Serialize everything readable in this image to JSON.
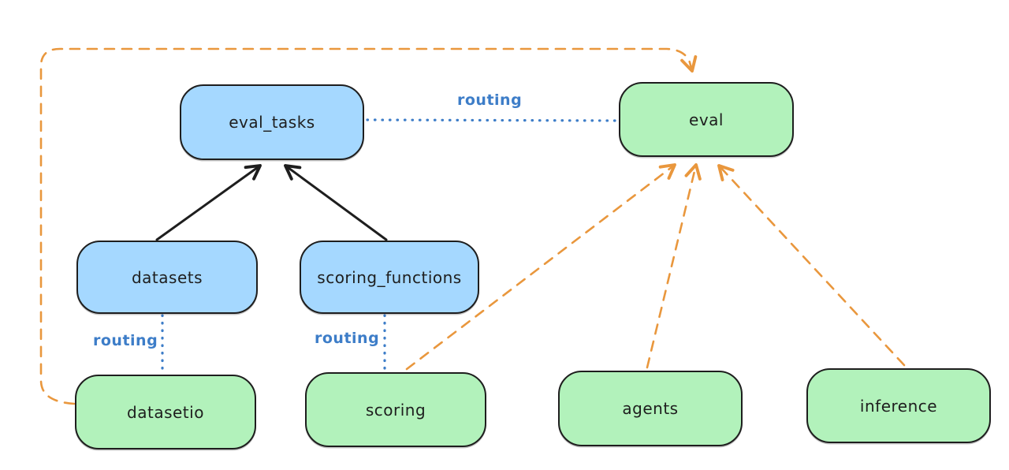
{
  "diagram": {
    "background": "#ffffff",
    "colors": {
      "api_box_fill": "#a5d8ff",
      "provider_box_fill": "#b2f2bb",
      "box_stroke": "#1e1e1e",
      "solid_arrow": "#1e1e1e",
      "routing_line_and_label": "#3d7dc8",
      "dashed_dependency_line": "#e9973d"
    },
    "nodes": [
      {
        "id": "eval_tasks",
        "label": "eval_tasks",
        "kind": "blue"
      },
      {
        "id": "eval",
        "label": "eval",
        "kind": "green"
      },
      {
        "id": "datasets",
        "label": "datasets",
        "kind": "blue"
      },
      {
        "id": "scoring_functions",
        "label": "scoring_functions",
        "kind": "blue"
      },
      {
        "id": "datasetio",
        "label": "datasetio",
        "kind": "green"
      },
      {
        "id": "scoring",
        "label": "scoring",
        "kind": "green"
      },
      {
        "id": "agents",
        "label": "agents",
        "kind": "green"
      },
      {
        "id": "inference",
        "label": "inference",
        "kind": "green"
      }
    ],
    "edges": [
      {
        "from": "datasets",
        "to": "eval_tasks",
        "style": "solid-black-arrow",
        "label": ""
      },
      {
        "from": "scoring_functions",
        "to": "eval_tasks",
        "style": "solid-black-arrow",
        "label": ""
      },
      {
        "from": "eval_tasks",
        "to": "eval",
        "style": "dotted-blue",
        "label": "routing"
      },
      {
        "from": "datasets",
        "to": "datasetio",
        "style": "dotted-blue",
        "label": "routing"
      },
      {
        "from": "scoring_functions",
        "to": "scoring",
        "style": "dotted-blue",
        "label": "routing"
      },
      {
        "from": "datasetio",
        "to": "eval",
        "style": "dashed-orange-arrow",
        "label": ""
      },
      {
        "from": "scoring",
        "to": "eval",
        "style": "dashed-orange-arrow",
        "label": ""
      },
      {
        "from": "agents",
        "to": "eval",
        "style": "dashed-orange-arrow",
        "label": ""
      },
      {
        "from": "inference",
        "to": "eval",
        "style": "dashed-orange-arrow",
        "label": ""
      }
    ]
  }
}
